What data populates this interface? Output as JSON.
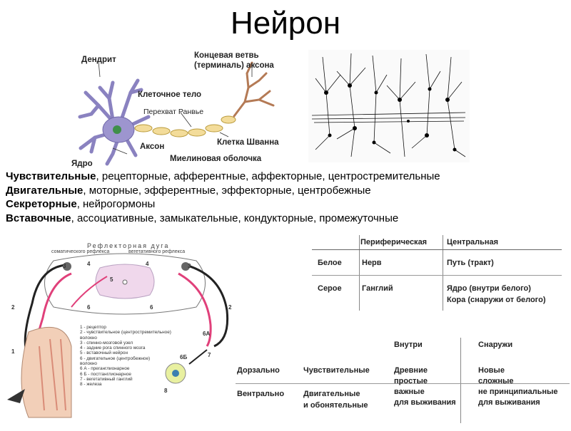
{
  "title": "Нейрон",
  "neuron_labels": {
    "dendrite": "Дендрит",
    "terminal_line1": "Концевая ветвь",
    "terminal_line2": "(терминаль) аксона",
    "cell_body": "Клеточное тело",
    "ranvier": "Перехват Ранвье",
    "axon": "Аксон",
    "schwann": "Клетка Шванна",
    "nucleus": "Ядро",
    "myelin": "Миелиновая оболочка"
  },
  "classification": [
    {
      "bold": "Чувствительные",
      "rest": ", рецепторные, афферентные, аффекторные, центростремительные"
    },
    {
      "bold": "Двигательные",
      "rest": ", моторные, эфферентные, эффекторные, центробежные"
    },
    {
      "bold": "Секреторные",
      "rest": ", нейрогормоны"
    },
    {
      "bold": "Вставочные",
      "rest": ", ассоциативные, замыкательные, кондукторные, промежуточные"
    }
  ],
  "reflex": {
    "title": "Рефлекторная дуга",
    "somatic": "соматического рефлекса",
    "vegetative": "вегетативного рефлекса",
    "legend": [
      "1 - рецептор",
      "2 - чувствительное (центростремительное)",
      "      волокно",
      "3 - спинно-мозговой узел",
      "4 - задние рога спинного мозга",
      "5 - вставочный нейрон",
      "6 - двигательное (центробежное)",
      "      волокно",
      "6 А - преганглионарное",
      "6 Б - постганглионарное",
      "7 - вегетативный ганглий",
      "8 - железа"
    ],
    "numbers": {
      "n1": "1",
      "n2": "2",
      "n3": "3",
      "n4": "4",
      "n5": "5",
      "n6": "6",
      "n6a": "6А",
      "n6b": "6Б",
      "n7": "7",
      "n8": "8"
    }
  },
  "table1": {
    "headers": [
      "Периферическая",
      "Центральная"
    ],
    "rows": [
      {
        "label": "Белое",
        "c1": "Нерв",
        "c2": "Путь (тракт)"
      },
      {
        "label": "Серое",
        "c1": "Ганглий",
        "c2_line1": "Ядро (внутри белого)",
        "c2_line2": "Кора (снаружи от белого)"
      }
    ]
  },
  "table2": {
    "headers": [
      "Внутри",
      "Снаружи"
    ],
    "rows": [
      {
        "label": "Дорзально",
        "c1": "Чувствительные",
        "c2": [
          "Древние",
          "простые",
          "важные",
          "для выживания"
        ],
        "c3": [
          "Новые",
          "сложные",
          "не принципиальные",
          "для выживания"
        ]
      },
      {
        "label": "Вентрально",
        "c1_line1": "Двигательные",
        "c1_line2": "и обонятельные"
      }
    ]
  }
}
